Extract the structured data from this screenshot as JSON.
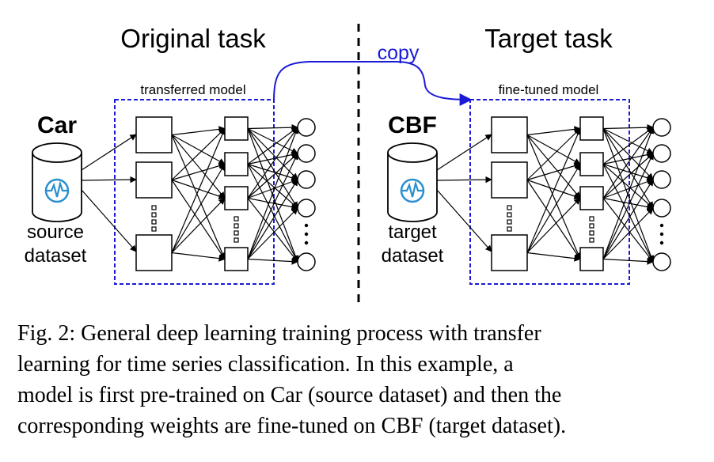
{
  "diagram": {
    "left_panel": {
      "title": "Original task",
      "model_label": "transferred model",
      "dataset_name": "Car",
      "dataset_caption_line1": "source",
      "dataset_caption_line2": "dataset"
    },
    "right_panel": {
      "title": "Target task",
      "model_label": "fine-tuned model",
      "dataset_name": "CBF",
      "dataset_caption_line1": "target",
      "dataset_caption_line2": "dataset"
    },
    "copy_label": "copy",
    "colors": {
      "box_border": "#1a1ad6",
      "arrow": "#1a1ad6",
      "pulse_icon": "#2a8fd0",
      "ink": "#000000"
    }
  },
  "caption": {
    "lines": [
      "Fig. 2: General deep learning training process with transfer",
      "learning for time series classification. In this example, a",
      "model is first pre-trained on Car (source dataset) and then the",
      "corresponding weights are fine-tuned on CBF (target dataset)."
    ]
  }
}
